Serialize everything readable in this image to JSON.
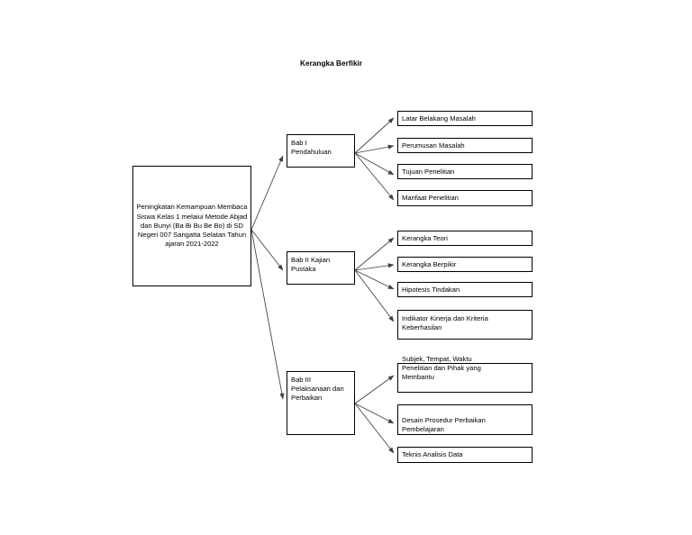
{
  "title": "Kerangka Berfikir",
  "root": {
    "label": "Peningkatan Kemampuan Membaca Siswa Kelas 1 melaiui Metode Abjad dan Bunyi (Ba Bi Bu Be Bo) di SD Negeri 007 Sangatta Selatan Tahun ajaran 2021-2022"
  },
  "chapters": [
    {
      "id": "bab1",
      "label": "Bab I\nPendahuluan"
    },
    {
      "id": "bab2",
      "label": "Bab II Kajian\nPustaka"
    },
    {
      "id": "bab3",
      "label": "Bab III\nPelaksanaan dan\nPerbaikan"
    }
  ],
  "bab1_items": [
    {
      "id": "latar",
      "label": "Latar Belakang Masalah"
    },
    {
      "id": "perumusan",
      "label": "Perumusan Masalah"
    },
    {
      "id": "tujuan",
      "label": "Tujuan Penelitian"
    },
    {
      "id": "manfaat",
      "label": "Manfaat Penelitian"
    }
  ],
  "bab2_items": [
    {
      "id": "kerangka-teori",
      "label": "Kerangka Teori"
    },
    {
      "id": "kerangka-berpikir",
      "label": "Kerangka Berpikir"
    },
    {
      "id": "hipotesis",
      "label": "Hipotesis Tindakan"
    },
    {
      "id": "indikator",
      "label": "Indikator Kinerja dan Kriteria\nKeberhasilan"
    }
  ],
  "bab3_items": [
    {
      "id": "subjek",
      "label": "Subjek, Tempat, Waktu\nPenelitian dan Pihak yang\nMembantu"
    },
    {
      "id": "desain",
      "label": "Desain Prosedur Perbaikan\nPembelajaran"
    },
    {
      "id": "teknis",
      "label": "Teknis Analisis Data"
    }
  ],
  "colors": {
    "stroke": "#000000",
    "connector": "#3f3f3f",
    "background": "#ffffff",
    "text": "#000000"
  }
}
